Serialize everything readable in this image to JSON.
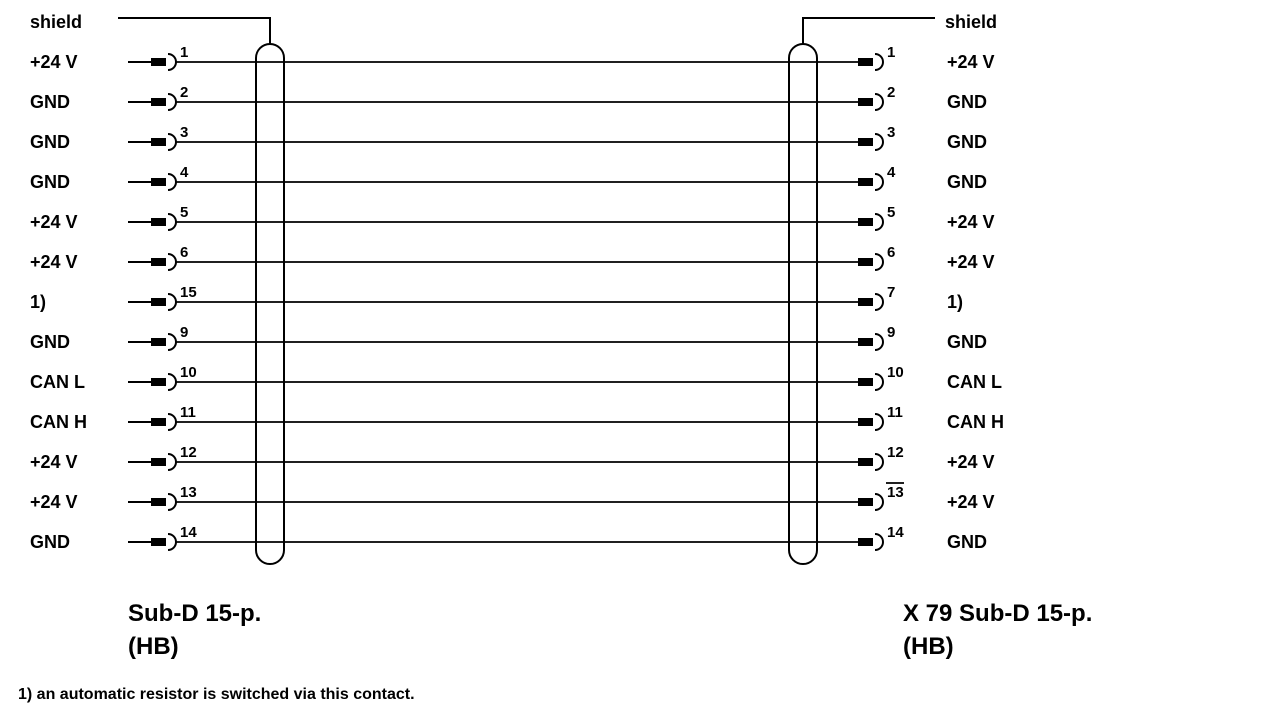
{
  "diagram": {
    "background": "#ffffff",
    "ink": "#000000",
    "shield_left": "shield",
    "shield_right": "shield",
    "rows": [
      {
        "left_label": "+24 V",
        "left_pin": "1",
        "right_pin": "1",
        "right_label": "+24 V"
      },
      {
        "left_label": "GND",
        "left_pin": "2",
        "right_pin": "2",
        "right_label": "GND"
      },
      {
        "left_label": "GND",
        "left_pin": "3",
        "right_pin": "3",
        "right_label": "GND"
      },
      {
        "left_label": "GND",
        "left_pin": "4",
        "right_pin": "4",
        "right_label": "GND"
      },
      {
        "left_label": "+24 V",
        "left_pin": "5",
        "right_pin": "5",
        "right_label": "+24 V"
      },
      {
        "left_label": "+24 V",
        "left_pin": "6",
        "right_pin": "6",
        "right_label": "+24 V"
      },
      {
        "left_label": "1)",
        "left_pin": "15",
        "right_pin": "7",
        "right_label": "1)"
      },
      {
        "left_label": "GND",
        "left_pin": "9",
        "right_pin": "9",
        "right_label": "GND"
      },
      {
        "left_label": "CAN L",
        "left_pin": "10",
        "right_pin": "10",
        "right_label": "CAN L"
      },
      {
        "left_label": "CAN H",
        "left_pin": "11",
        "right_pin": "11",
        "right_label": "CAN H"
      },
      {
        "left_label": "+24 V",
        "left_pin": "12",
        "right_pin": "12",
        "right_label": "+24 V"
      },
      {
        "left_label": "+24 V",
        "left_pin": "13",
        "right_pin": "13",
        "right_pin_overline": true,
        "right_label": "+24 V"
      },
      {
        "left_label": "GND",
        "left_pin": "14",
        "right_pin": "14",
        "right_label": "GND"
      }
    ],
    "left_connector": {
      "name": "Sub-D 15-p.",
      "sub": "(HB)"
    },
    "right_connector": {
      "name": "X 79 Sub-D 15-p.",
      "sub": "(HB)"
    },
    "footnote": "1) an automatic resistor is switched via this contact."
  }
}
